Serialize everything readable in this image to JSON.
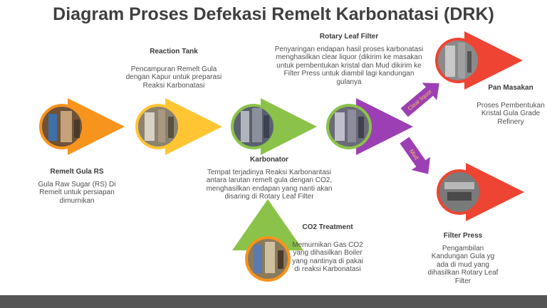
{
  "title": "Diagram Proses Defekasi Remelt Karbonatasi (DRK)",
  "colors": {
    "orange": "#F7941D",
    "yellow": "#FFC533",
    "green": "#8BC34A",
    "purple": "#9C3FB5",
    "red": "#EE4433",
    "footer": "#555555"
  },
  "nodes": [
    {
      "id": "remelt",
      "name": "Remelt Gula RS",
      "desc": "Gula Raw Sugar (RS) Di Remelt untuk persiapan dimurnikan"
    },
    {
      "id": "reaction",
      "name": "Reaction Tank",
      "desc": "Pencampuran Remelt Gula dengan Kapur untuk preparasi Reaksi Karbonatasi"
    },
    {
      "id": "karbonator",
      "name": "Karbonator",
      "desc": "Tempat terjadinya Reaksi Karbonantasi antara larutan remelt gula dengan CO2, menghasilkan endapan yang nanti akan disaring di Rotary Leaf Filter"
    },
    {
      "id": "rotary",
      "name": "Rotary Leaf Filter",
      "desc": "Penyaringan endapan hasil proses karbonatasi menghasilkan clear liquor (dikirim ke masakan untuk pembentukan kristal dan Mud dikirim ke Filter Press untuk diambil lagi kandungan gulanya"
    },
    {
      "id": "pan",
      "name": "Pan Masakan",
      "desc": "Proses Pembentukan Kristal Gula Grade Refinery"
    },
    {
      "id": "filterpress",
      "name": "Filter Press",
      "desc": "Pengambilan Kandungan Gula yg ada di mud yang dihasilkan Rotary Leaf Filter"
    },
    {
      "id": "co2",
      "name": "CO2 Treatment",
      "desc": "Memurnikan Gas CO2 yang dihasilkan Boiler yang nantinya di pakai di reaksi Karbonatasi"
    }
  ],
  "edges": [
    {
      "from": "rotary",
      "to": "pan",
      "label": "Clear liquor"
    },
    {
      "from": "rotary",
      "to": "filterpress",
      "label": "Mud"
    }
  ]
}
